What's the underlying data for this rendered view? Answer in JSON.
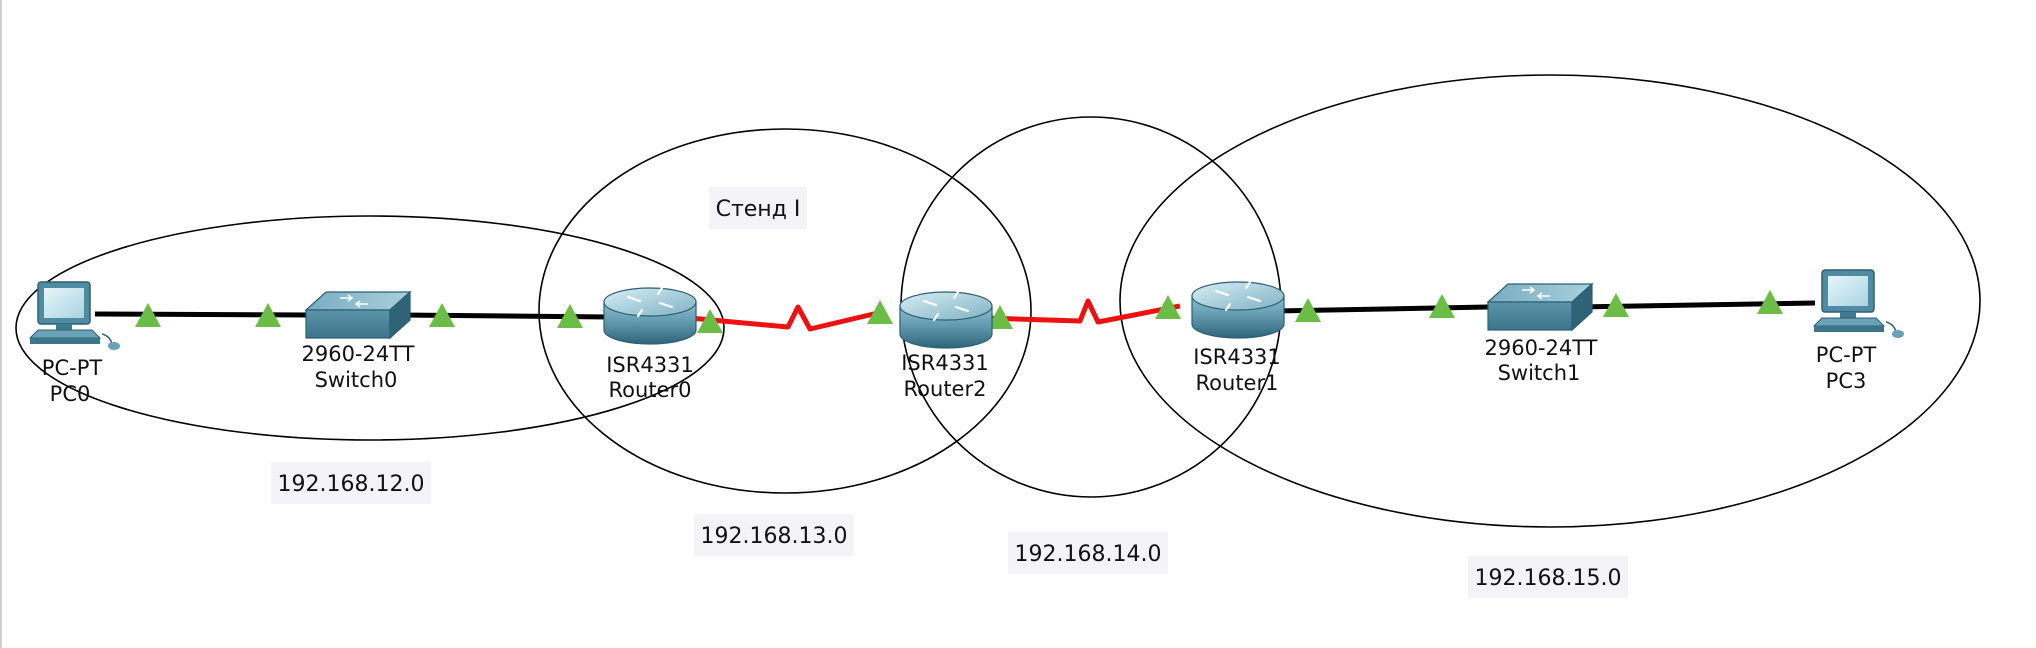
{
  "diagram": {
    "colors": {
      "ethernet_link": "#000000",
      "serial_link": "#ee1111",
      "link_status_up": "#6cbd45",
      "network_ellipse": "#000000",
      "note_background": "#f3f3f8",
      "device_body": "#5f97ad"
    },
    "devices": [
      {
        "id": "pc0",
        "type": "pc",
        "icon": "pc-icon",
        "model": "PC-PT",
        "name": "PC0"
      },
      {
        "id": "switch0",
        "type": "switch",
        "icon": "switch-icon",
        "model": "2960-24TT",
        "name": "Switch0"
      },
      {
        "id": "router0",
        "type": "router",
        "icon": "router-icon",
        "model": "ISR4331",
        "name": "Router0"
      },
      {
        "id": "router2",
        "type": "router",
        "icon": "router-icon",
        "model": "ISR4331",
        "name": "Router2"
      },
      {
        "id": "router1",
        "type": "router",
        "icon": "router-icon",
        "model": "ISR4331",
        "name": "Router1"
      },
      {
        "id": "switch1",
        "type": "switch",
        "icon": "switch-icon",
        "model": "2960-24TT",
        "name": "Switch1"
      },
      {
        "id": "pc3",
        "type": "pc",
        "icon": "pc-icon",
        "model": "PC-PT",
        "name": "PC3"
      }
    ],
    "links": [
      {
        "from": "pc0",
        "to": "switch0",
        "kind": "ethernet"
      },
      {
        "from": "switch0",
        "to": "router0",
        "kind": "ethernet"
      },
      {
        "from": "router0",
        "to": "router2",
        "kind": "serial"
      },
      {
        "from": "router2",
        "to": "router1",
        "kind": "serial"
      },
      {
        "from": "router1",
        "to": "switch1",
        "kind": "ethernet"
      },
      {
        "from": "switch1",
        "to": "pc3",
        "kind": "ethernet"
      }
    ],
    "notes": {
      "stand": "Стенд I",
      "net12": "192.168.12.0",
      "net13": "192.168.13.0",
      "net14": "192.168.14.0",
      "net15": "192.168.15.0"
    }
  }
}
